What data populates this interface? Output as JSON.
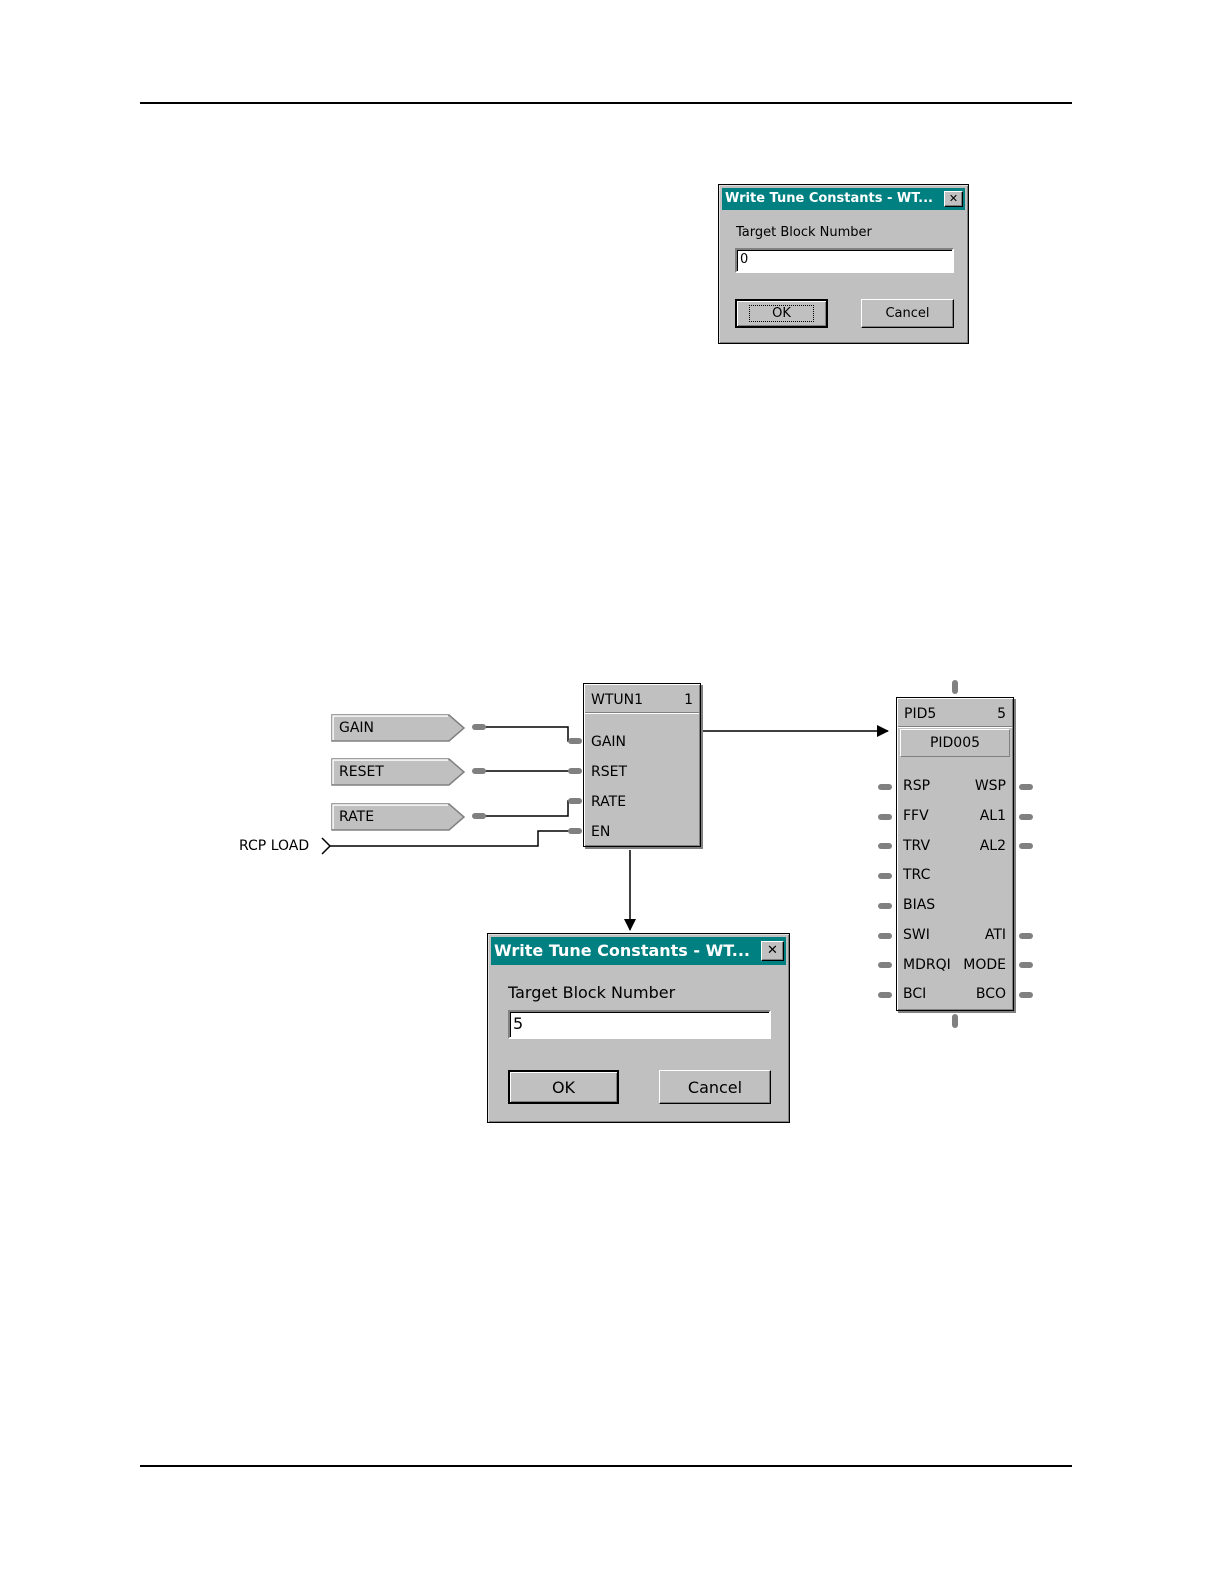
{
  "dialog_top": {
    "title": "Write Tune Constants - WT...",
    "field_label": "Target Block Number",
    "field_value": "0",
    "ok_label": "OK",
    "cancel_label": "Cancel"
  },
  "dialog_bottom": {
    "title": "Write Tune Constants - WT...",
    "field_label": "Target Block Number",
    "field_value": "5",
    "ok_label": "OK",
    "cancel_label": "Cancel"
  },
  "close_glyph": "✕",
  "diagram": {
    "inputs": [
      "GAIN",
      "RESET",
      "RATE"
    ],
    "external_input": "RCP LOAD",
    "wtun_block": {
      "name": "WTUN1",
      "number": "1",
      "pins": [
        "GAIN",
        "RSET",
        "RATE",
        "EN"
      ]
    },
    "pid_block": {
      "name": "PID5",
      "number": "5",
      "tag": "PID005",
      "left_pins": [
        "RSP",
        "FFV",
        "TRV",
        "TRC",
        "BIAS",
        "SWI",
        "MDRQI",
        "BCI"
      ],
      "right_pins": [
        "WSP",
        "AL1",
        "AL2",
        "ATI",
        "MODE",
        "BCO"
      ]
    }
  },
  "colors": {
    "titlebar": "#008080",
    "face": "#c0c0c0"
  }
}
